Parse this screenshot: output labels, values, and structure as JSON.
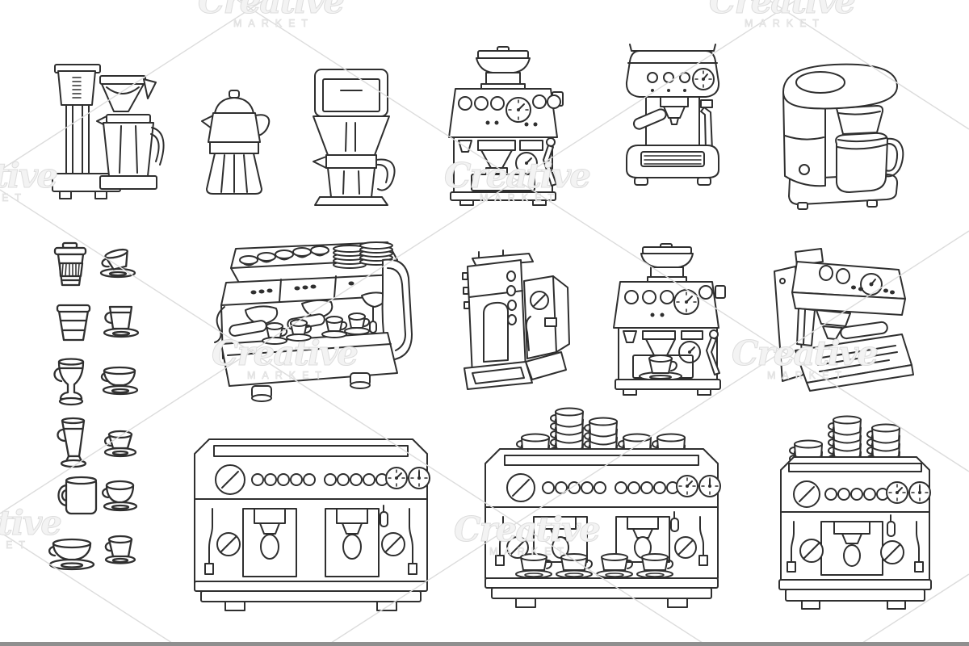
{
  "page": {
    "background": "#ffffff",
    "bottom_bar_color": "#8f8f8f"
  },
  "watermark": {
    "script": "Creative",
    "word": "MARKET",
    "line_color": "#dcdcdc",
    "text_color": "#f3f3f3",
    "outline_color": "#dddddd",
    "logo_count": 8
  },
  "illustration": {
    "stroke_color": "#2f2f2f",
    "machines": [
      {
        "name": "pour-over-drip-coffee-maker"
      },
      {
        "name": "moka-pot"
      },
      {
        "name": "filter-coffee-maker-with-jug"
      },
      {
        "name": "espresso-machine-with-grinder"
      },
      {
        "name": "compact-espresso-machine"
      },
      {
        "name": "drip-coffee-maker-with-carafe"
      },
      {
        "name": "commercial-espresso-machine-perspective"
      },
      {
        "name": "capsule-coffee-machine-perspective"
      },
      {
        "name": "espresso-machine-with-grinder-and-cup"
      },
      {
        "name": "espresso-machine-perspective"
      },
      {
        "name": "two-group-espresso-machine"
      },
      {
        "name": "two-group-espresso-machine-with-cup-stacks"
      },
      {
        "name": "one-group-espresso-machine-with-cup-stacks"
      }
    ],
    "cups": [
      {
        "name": "takeaway-paper-cup"
      },
      {
        "name": "tilted-espresso-cup-on-saucer"
      },
      {
        "name": "paper-cup"
      },
      {
        "name": "glass-cup-on-saucer"
      },
      {
        "name": "irish-coffee-glass"
      },
      {
        "name": "teacup-on-saucer"
      },
      {
        "name": "latte-glass"
      },
      {
        "name": "espresso-cup-on-saucer"
      },
      {
        "name": "coffee-mug"
      },
      {
        "name": "round-cup-on-saucer"
      },
      {
        "name": "wide-cup-on-saucer"
      },
      {
        "name": "small-cup-on-saucer"
      }
    ]
  }
}
